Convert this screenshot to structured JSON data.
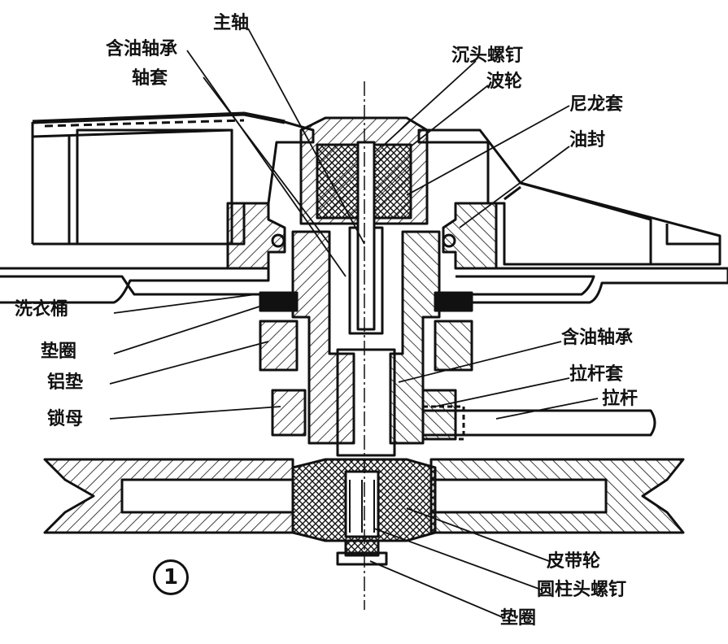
{
  "figure": {
    "number": "1"
  },
  "labels": {
    "main_shaft": "主轴",
    "oil_bearing_top": "含油轴承",
    "shaft_sleeve": "轴套",
    "countersunk_screw": "沉头螺钉",
    "pulsator": "波轮",
    "nylon_sleeve": "尼龙套",
    "oil_seal": "油封",
    "wash_tub": "洗衣桶",
    "gasket_top": "垫圈",
    "aluminum_pad": "铝垫",
    "lock_nut": "锁母",
    "oil_bearing_bottom": "含油轴承",
    "pull_rod_sleeve": "拉杆套",
    "pull_rod": "拉杆",
    "belt_pulley": "皮带轮",
    "cheese_head_screw": "圆柱头螺钉",
    "gasket_bottom": "垫圈"
  },
  "colors": {
    "ink": "#111111",
    "paper": "#ffffff"
  }
}
